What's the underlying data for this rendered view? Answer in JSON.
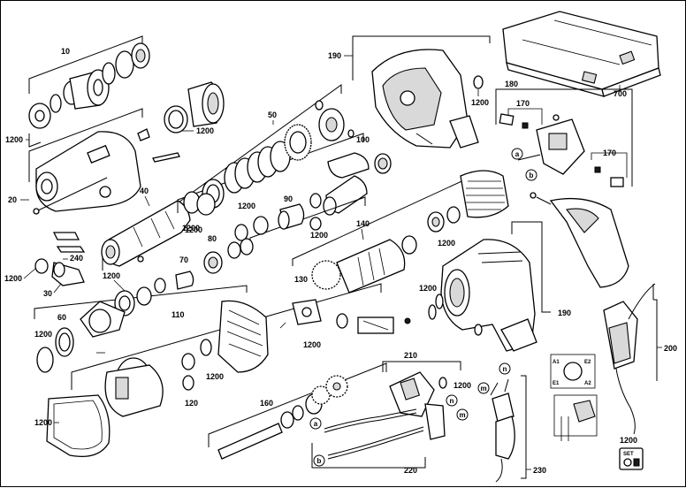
{
  "labels": {
    "l10": "10",
    "l1200a": "1200",
    "l20": "20",
    "l40": "40",
    "l240": "240",
    "l1200b": "1200",
    "l30": "30",
    "l50": "50",
    "l1200c": "1200",
    "l100": "100",
    "l90": "90",
    "l1200d": "1200",
    "l80": "80",
    "l1200e": "1200",
    "l70": "70",
    "l1200f": "1200",
    "l60": "60",
    "l1200g": "1200",
    "l110": "110",
    "l1200h": "1200",
    "l120": "120",
    "l1200i": "1200",
    "l130": "130",
    "l140": "140",
    "l1200j": "1200",
    "l160": "160",
    "l190a": "190",
    "l1200k": "1200",
    "l180": "180",
    "l170a": "170",
    "l170b": "170",
    "l700": "700",
    "l1200l": "1200",
    "l1200m": "1200",
    "l190b": "190",
    "l210": "210",
    "l1200n": "1200",
    "l220": "220",
    "l230": "230",
    "l200": "200",
    "l1200o": "1200",
    "l1200p": "1200"
  },
  "markers": {
    "a1": "a",
    "b1": "b",
    "a2": "a",
    "b2": "b",
    "m1": "m",
    "n1": "n",
    "m2": "m",
    "n2": "n"
  },
  "wiring": {
    "a1": "A1",
    "e2": "E2",
    "e1": "E1",
    "a2": "A2"
  },
  "set_badge": "SET"
}
